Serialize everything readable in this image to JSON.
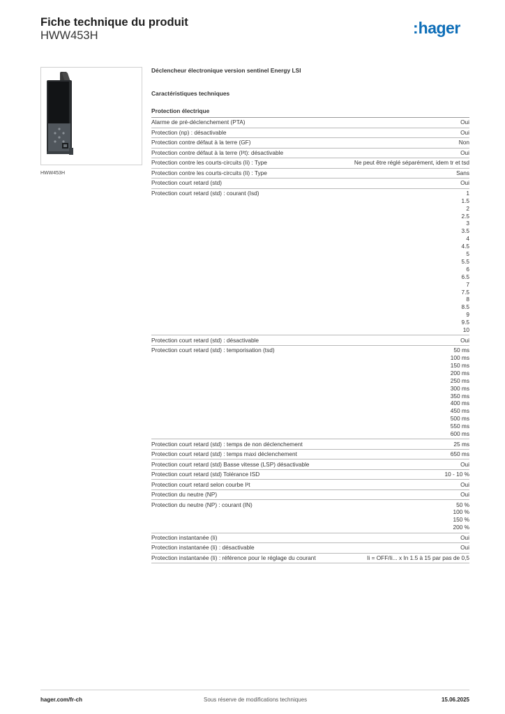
{
  "header": {
    "title": "Fiche technique du produit",
    "reference": "HWW453H",
    "logo_text": "hager",
    "brand_color": "#0e6eb8"
  },
  "product": {
    "image_icon": "trip-unit-product-photo",
    "caption": "HWW453H"
  },
  "content": {
    "product_name": "Déclencheur électronique version sentinel Energy LSI",
    "section_title": "Caractéristiques techniques",
    "group_title": "Protection électrique",
    "rows": [
      {
        "label": "Alarme de pré-déclenchement (PTA)",
        "values": [
          "Oui"
        ]
      },
      {
        "label": "Protection (np) : désactivable",
        "values": [
          "Oui"
        ]
      },
      {
        "label": "Protection contre défaut à la terre (GF)",
        "values": [
          "Non"
        ]
      },
      {
        "label": "Protection contre défaut à la terre (I²t): désactivable",
        "values": [
          "Oui"
        ]
      },
      {
        "label": "Protection contre les courts-circuits (Ii) : Type",
        "values": [
          "Ne peut être réglé séparément, idem tr et tsd"
        ]
      },
      {
        "label": "Protection contre les courts-circuits (Ii) : Type",
        "values": [
          "Sans"
        ]
      },
      {
        "label": "Protection court retard (std)",
        "values": [
          "Oui"
        ]
      },
      {
        "label": "Protection court retard (std) : courant (Isd)",
        "values": [
          "1",
          "1.5",
          "2",
          "2.5",
          "3",
          "3.5",
          "4",
          "4.5",
          "5",
          "5.5",
          "6",
          "6.5",
          "7",
          "7.5",
          "8",
          "8.5",
          "9",
          "9.5",
          "10"
        ]
      },
      {
        "label": "Protection court retard (std) : désactivable",
        "values": [
          "Oui"
        ]
      },
      {
        "label": "Protection court retard (std) : temporisation (tsd)",
        "values": [
          "50 ms",
          "100 ms",
          "150 ms",
          "200 ms",
          "250 ms",
          "300 ms",
          "350 ms",
          "400 ms",
          "450 ms",
          "500 ms",
          "550 ms",
          "600 ms"
        ]
      },
      {
        "label": "Protection court retard (std) : temps de non déclenchement",
        "values": [
          "25 ms"
        ]
      },
      {
        "label": "Protection court retard (std) : temps maxi déclenchement",
        "values": [
          "650 ms"
        ]
      },
      {
        "label": "Protection court retard (std) Basse vitesse (LSP) désactivable",
        "values": [
          "Oui"
        ]
      },
      {
        "label": "Protection court retard (std) Tolérance ISD",
        "values": [
          "10 - 10 %"
        ]
      },
      {
        "label": "Protection court retard selon courbe I²t",
        "values": [
          "Oui"
        ]
      },
      {
        "label": "Protection du neutre (NP)",
        "values": [
          "Oui"
        ]
      },
      {
        "label": "Protection du neutre (NP) : courant (IN)",
        "values": [
          "50 %",
          "100 %",
          "150 %",
          "200 %"
        ]
      },
      {
        "label": "Protection instantanée (Ii)",
        "values": [
          "Oui"
        ]
      },
      {
        "label": "Protection instantanée (Ii) : désactivable",
        "values": [
          "Oui"
        ]
      },
      {
        "label": "Protection instantanée (Ii) : référence pour le réglage du courant",
        "values": [
          "Ii = OFF/Ii... x In 1.5 à 15 par pas de 0,5"
        ]
      }
    ]
  },
  "footer": {
    "website": "hager.com/fr-ch",
    "disclaimer": "Sous réserve de modifications techniques",
    "date": "15.06.2025"
  }
}
